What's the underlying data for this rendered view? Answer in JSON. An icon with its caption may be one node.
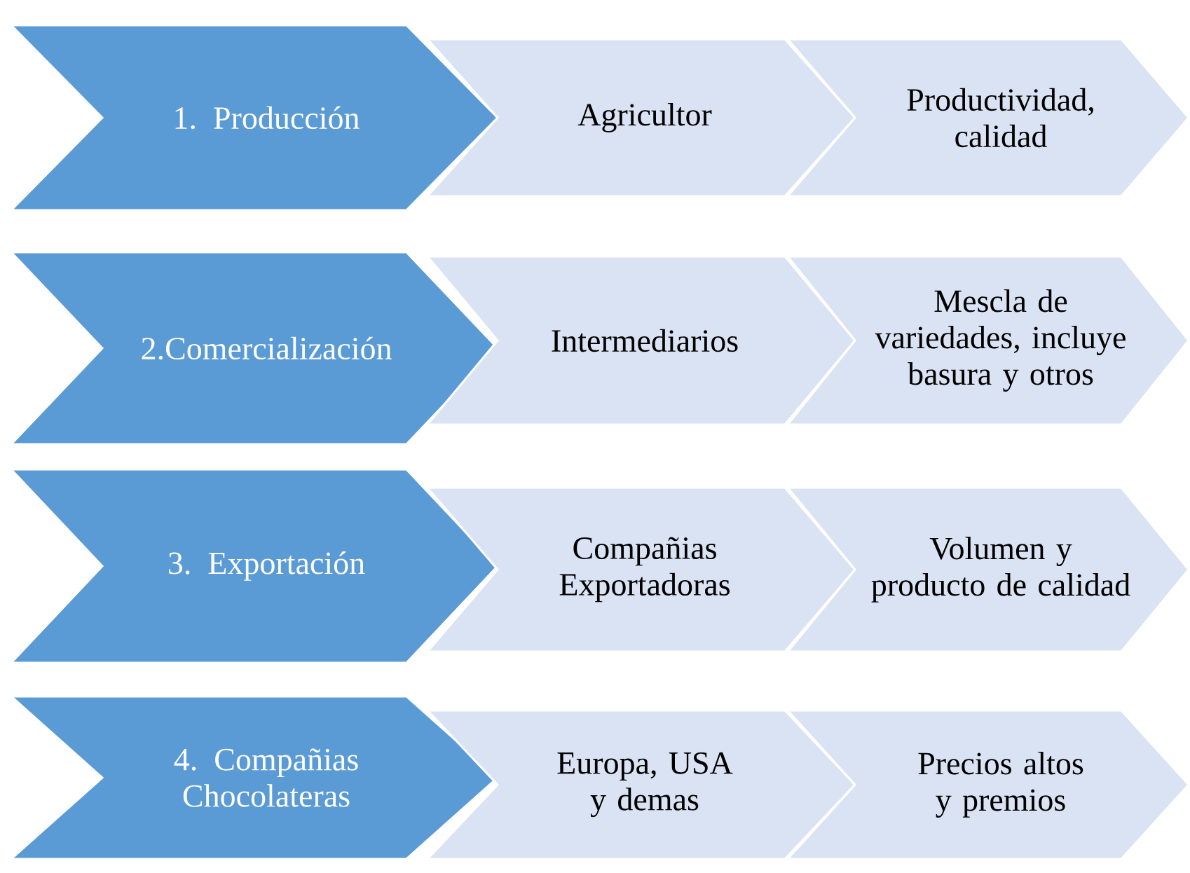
{
  "diagram": {
    "nodes": [
      {
        "text": [
          "1. Producción"
        ]
      },
      {
        "text": [
          "Agricultor"
        ]
      },
      {
        "text": [
          "Productividad, calidad"
        ]
      },
      {
        "text": [
          "2.Comercialización"
        ]
      },
      {
        "text": [
          "Intermediarios"
        ]
      },
      {
        "text": [
          "Mescla de variedades, incluye basura y otros"
        ]
      },
      {
        "text": [
          "3. Exportación"
        ]
      },
      {
        "text": [
          "Compañias Exportadoras"
        ]
      },
      {
        "text": [
          "Volumen y producto de calidad"
        ]
      },
      {
        "text": [
          "4. Compañias Chocolateras"
        ]
      },
      {
        "text": [
          "Europa, USA y demas"
        ]
      },
      {
        "text": [
          "Precios altos y premios"
        ]
      }
    ]
  }
}
